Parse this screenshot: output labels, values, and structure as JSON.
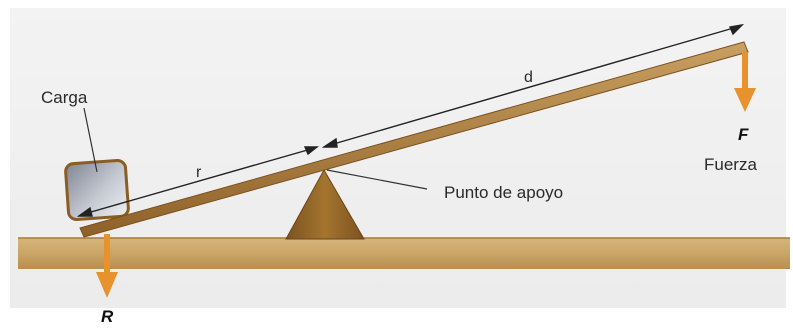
{
  "labels": {
    "load": "Carga",
    "force_symbol": "F",
    "force": "Fuerza",
    "fulcrum": "Punto de apoyo",
    "resistance_symbol": "R",
    "arm_d": "d",
    "arm_r": "r"
  },
  "colors": {
    "background": "#f2f2f2",
    "ground": "#c9a567",
    "beam": "#b58a4a",
    "fulcrum": "#9a6a2a",
    "arrow": "#e8922e",
    "load_fill": "#a9aeb9",
    "load_stroke": "#8c5d22",
    "dimension": "#222222"
  },
  "icons": {
    "force_arrow": "arrow-down",
    "resistance_arrow": "arrow-down"
  }
}
